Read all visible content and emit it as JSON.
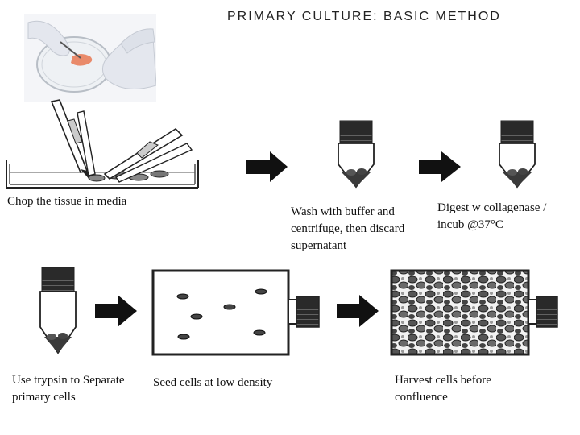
{
  "title": "PRIMARY CULTURE: BASIC METHOD",
  "steps": {
    "chop": "Chop the tissue in media",
    "wash": "Wash with buffer and centrifuge, then discard supernatant",
    "digest": "Digest w collagenase / incub @37°C",
    "trypsin": "Use trypsin to Separate primary cells",
    "seed": "Seed cells at low density",
    "harvest": "Harvest cells before confluence"
  },
  "colors": {
    "line": "#222222",
    "arrow": "#111111",
    "glove": "#e8eaf0",
    "tissue": "#e98a6a"
  }
}
